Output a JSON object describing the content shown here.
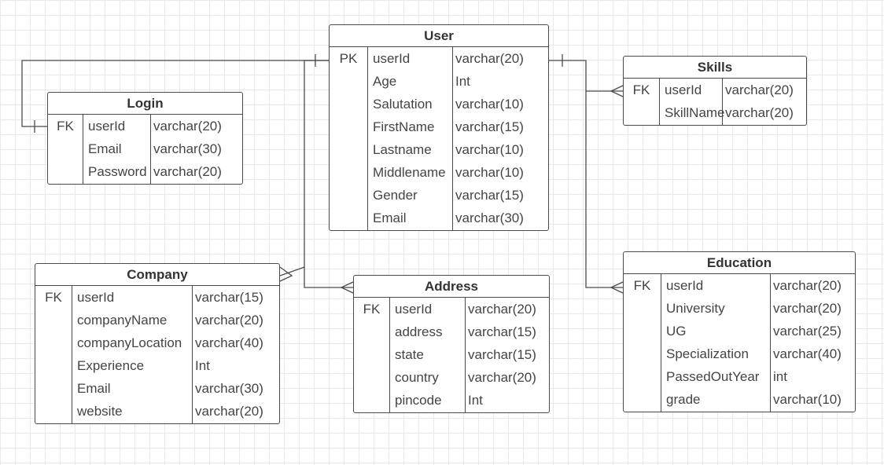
{
  "diagram": {
    "colors": {
      "line": "#4a4a4a",
      "text": "#333333",
      "grid": "#e8e8e8",
      "background": "#ffffff"
    },
    "entities": {
      "user": {
        "title": "User",
        "rows": [
          {
            "key": "PK",
            "name": "userId",
            "type": "varchar(20)"
          },
          {
            "key": "",
            "name": "Age",
            "type": "Int"
          },
          {
            "key": "",
            "name": "Salutation",
            "type": "varchar(10)"
          },
          {
            "key": "",
            "name": "FirstName",
            "type": "varchar(15)"
          },
          {
            "key": "",
            "name": "Lastname",
            "type": "varchar(10)"
          },
          {
            "key": "",
            "name": "Middlename",
            "type": "varchar(10)"
          },
          {
            "key": "",
            "name": "Gender",
            "type": "varchar(15)"
          },
          {
            "key": "",
            "name": "Email",
            "type": "varchar(30)"
          }
        ]
      },
      "login": {
        "title": "Login",
        "rows": [
          {
            "key": "FK",
            "name": "userId",
            "type": "varchar(20)"
          },
          {
            "key": "",
            "name": "Email",
            "type": "varchar(30)"
          },
          {
            "key": "",
            "name": "Password",
            "type": "varchar(20)"
          }
        ]
      },
      "skills": {
        "title": "Skills",
        "rows": [
          {
            "key": "FK",
            "name": "userId",
            "type": "varchar(20)"
          },
          {
            "key": "",
            "name": "SkillName",
            "type": "varchar(20)"
          }
        ]
      },
      "company": {
        "title": "Company",
        "rows": [
          {
            "key": "FK",
            "name": "userId",
            "type": "varchar(15)"
          },
          {
            "key": "",
            "name": "companyName",
            "type": "varchar(20)"
          },
          {
            "key": "",
            "name": "companyLocation",
            "type": "varchar(40)"
          },
          {
            "key": "",
            "name": "Experience",
            "type": "Int"
          },
          {
            "key": "",
            "name": "Email",
            "type": "varchar(30)"
          },
          {
            "key": "",
            "name": "website",
            "type": "varchar(20)"
          }
        ]
      },
      "address": {
        "title": "Address",
        "rows": [
          {
            "key": "FK",
            "name": "userId",
            "type": "varchar(20)"
          },
          {
            "key": "",
            "name": "address",
            "type": "varchar(15)"
          },
          {
            "key": "",
            "name": "state",
            "type": "varchar(15)"
          },
          {
            "key": "",
            "name": "country",
            "type": "varchar(20)"
          },
          {
            "key": "",
            "name": "pincode",
            "type": "Int"
          }
        ]
      },
      "education": {
        "title": "Education",
        "rows": [
          {
            "key": "FK",
            "name": "userId",
            "type": "varchar(20)"
          },
          {
            "key": "",
            "name": "University",
            "type": "varchar(20)"
          },
          {
            "key": "",
            "name": "UG",
            "type": "varchar(25)"
          },
          {
            "key": "",
            "name": "Specialization",
            "type": "varchar(40)"
          },
          {
            "key": "",
            "name": "PassedOutYear",
            "type": "int"
          },
          {
            "key": "",
            "name": "grade",
            "type": "varchar(10)"
          }
        ]
      }
    },
    "relationships": [
      {
        "from": "User",
        "to": "Login",
        "from_end": "one",
        "to_end": "one"
      },
      {
        "from": "User",
        "to": "Company",
        "from_end": "one",
        "to_end": "many"
      },
      {
        "from": "User",
        "to": "Address",
        "from_end": "one",
        "to_end": "many"
      },
      {
        "from": "User",
        "to": "Skills",
        "from_end": "one",
        "to_end": "many"
      },
      {
        "from": "User",
        "to": "Education",
        "from_end": "one",
        "to_end": "many"
      }
    ]
  }
}
